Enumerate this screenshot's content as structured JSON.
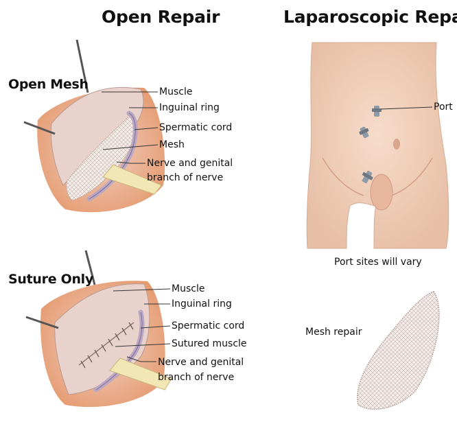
{
  "headings": {
    "open": "Open Repair",
    "lap": "Laparoscopic Repair"
  },
  "open_mesh": {
    "title": "Open Mesh",
    "labels": [
      "Muscle",
      "Inguinal ring",
      "Spermatic cord",
      "Mesh",
      "Nerve and genital",
      "branch of nerve"
    ]
  },
  "suture_only": {
    "title": "Suture Only",
    "labels": [
      "Muscle",
      "Inguinal ring",
      "Spermatic cord",
      "Sutured muscle",
      "Nerve and genital",
      "branch of nerve"
    ]
  },
  "laparoscopic": {
    "port_label": "Port",
    "caption": "Port sites will vary",
    "mesh_label": "Mesh repair"
  },
  "colors": {
    "skin": "#efd2bf",
    "tissue": "#d9b3a6",
    "muscle": "#e9cfc6",
    "mesh": "#f3ece9",
    "cord": "#b9a7c4",
    "retractor": "#f2e6b4",
    "leader": "#333333"
  }
}
